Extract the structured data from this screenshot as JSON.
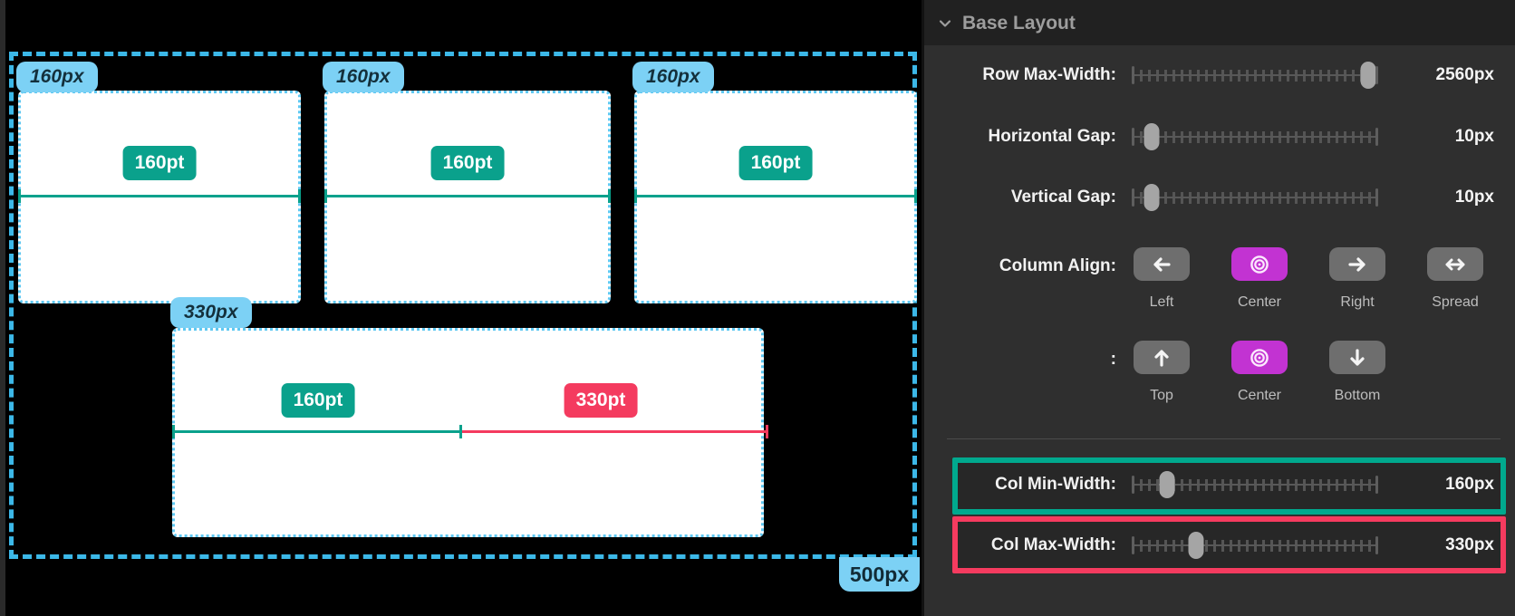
{
  "canvas": {
    "row_badge": "500px",
    "columns": [
      {
        "px_label": "160px",
        "pt_label": "160pt"
      },
      {
        "px_label": "160px",
        "pt_label": "160pt"
      },
      {
        "px_label": "160px",
        "pt_label": "160pt"
      }
    ],
    "wide_column": {
      "px_label": "330px",
      "min_label": "160pt",
      "max_label": "330pt"
    },
    "colors": {
      "guide_blue": "#3cb8e8",
      "badge_blue": "#7cd1f5",
      "teal": "#0aa18c",
      "pink": "#f43b5f"
    }
  },
  "panel": {
    "header": {
      "title": "Base Layout",
      "chevron_icon": "chevron-down"
    },
    "sliders": [
      {
        "label": "Row Max-Width:",
        "value": "2560px",
        "thumb_pct": 96
      },
      {
        "label": "Horizontal Gap:",
        "value": "10px",
        "thumb_pct": 8
      },
      {
        "label": "Vertical Gap:",
        "value": "10px",
        "thumb_pct": 8
      },
      {
        "label": "Col Min-Width:",
        "value": "160px",
        "thumb_pct": 14.5,
        "highlight": "teal"
      },
      {
        "label": "Col Max-Width:",
        "value": "330px",
        "thumb_pct": 26,
        "highlight": "pink"
      }
    ],
    "column_align": {
      "label": "Column Align:",
      "options": [
        {
          "name": "left",
          "label": "Left",
          "active": false
        },
        {
          "name": "center",
          "label": "Center",
          "active": true
        },
        {
          "name": "right",
          "label": "Right",
          "active": false
        },
        {
          "name": "spread",
          "label": "Spread",
          "active": false
        }
      ]
    },
    "vertical_align": {
      "label": ":",
      "options": [
        {
          "name": "top",
          "label": "Top",
          "active": false
        },
        {
          "name": "center",
          "label": "Center",
          "active": true
        },
        {
          "name": "bottom",
          "label": "Bottom",
          "active": false
        }
      ]
    },
    "accent_magenta": "#c233d2"
  }
}
